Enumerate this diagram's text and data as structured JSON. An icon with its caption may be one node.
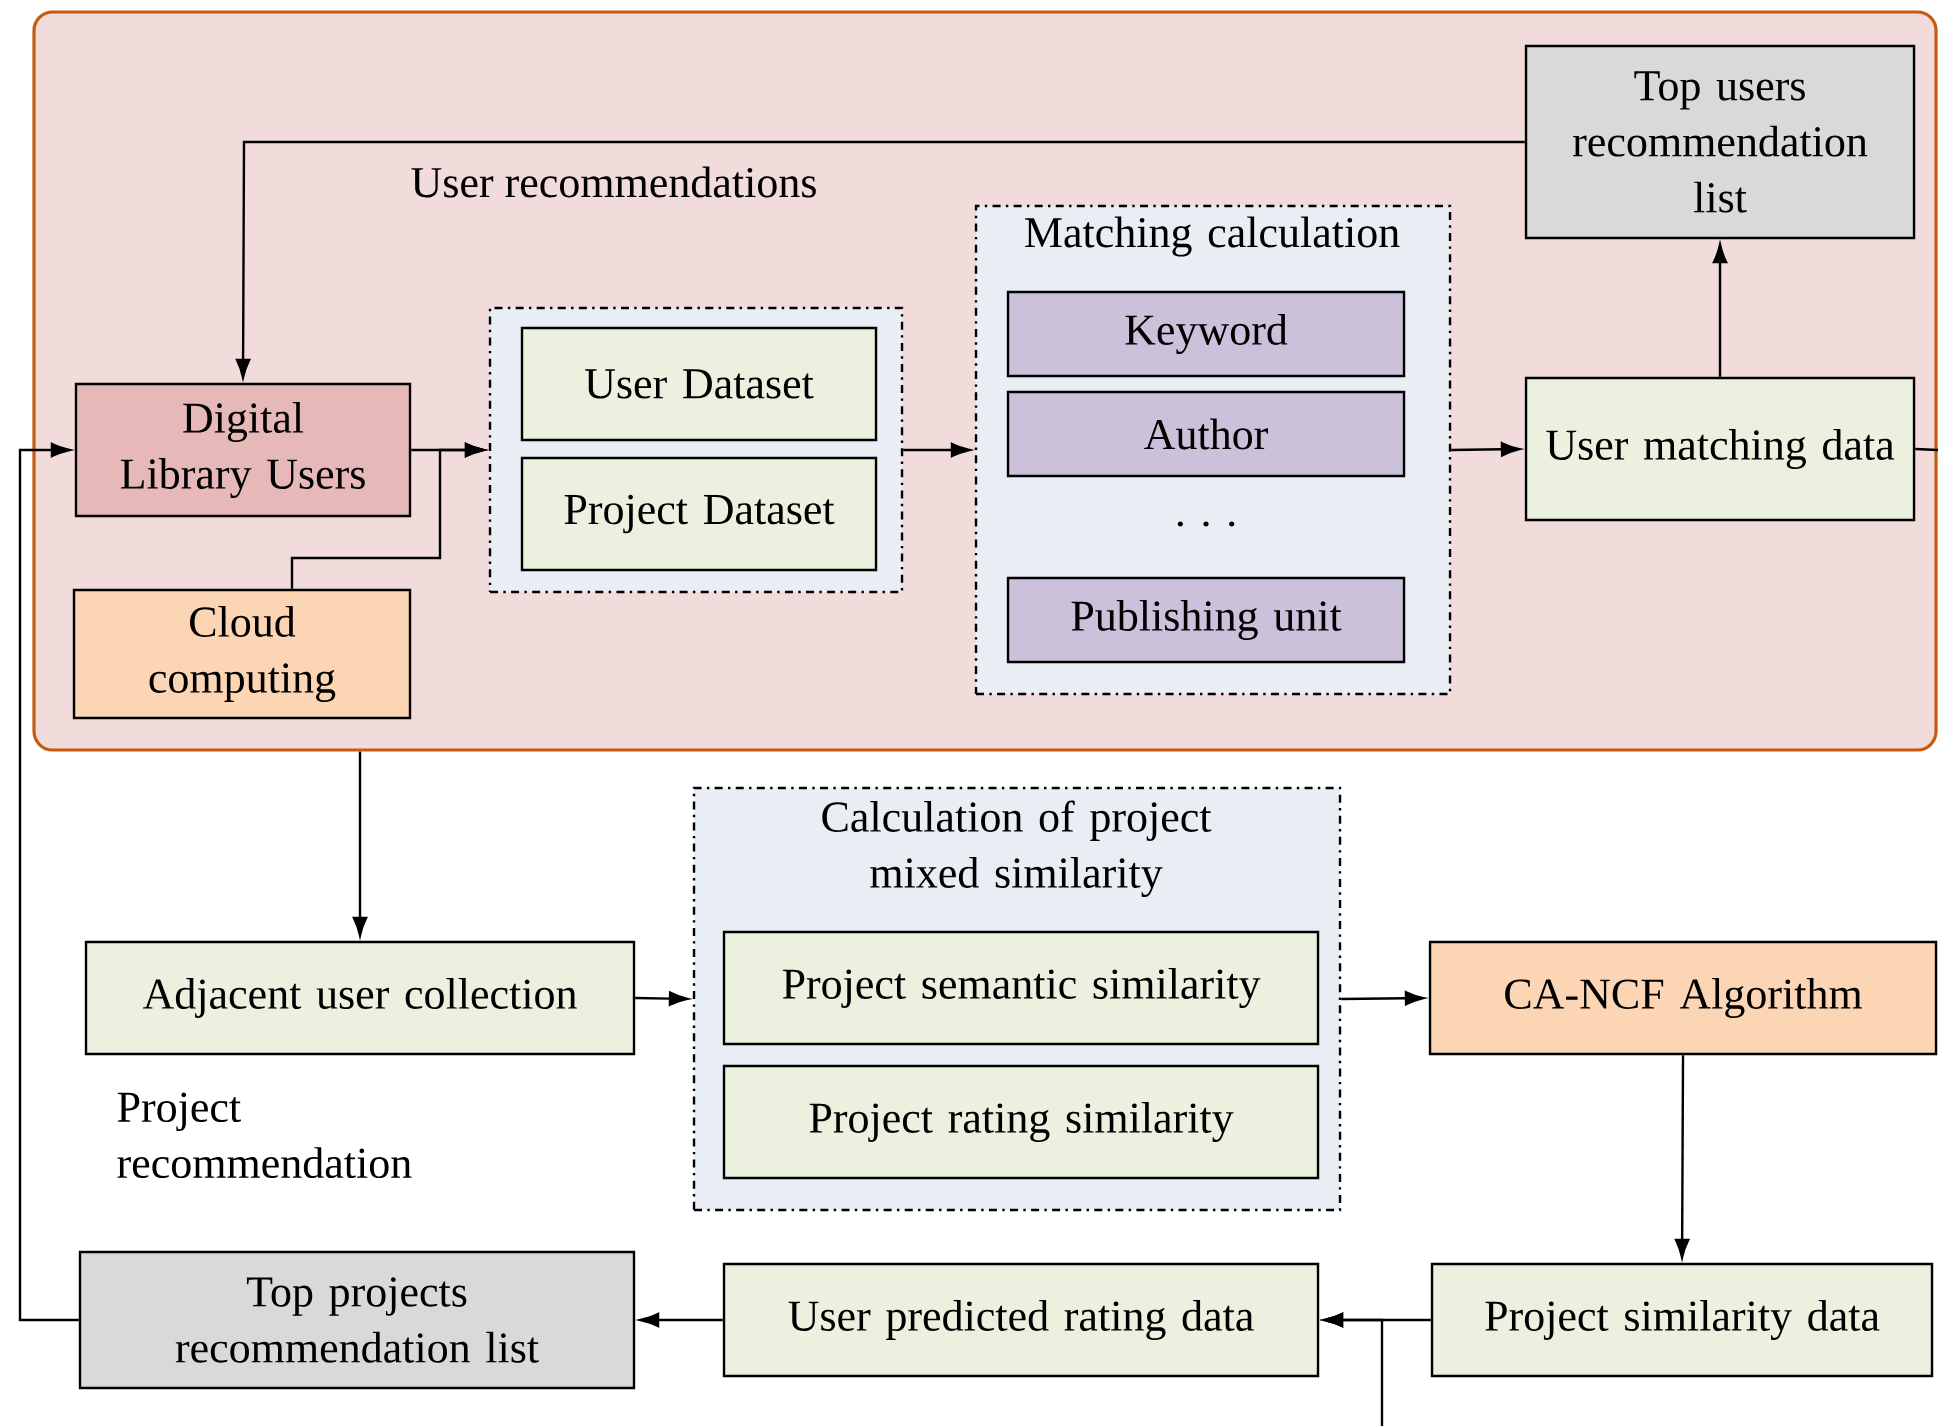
{
  "diagram": {
    "nodes": [
      {
        "text": [],
        "shape": "box"
      },
      {
        "text": [
          "Digital Library Users"
        ],
        "in": 0
      },
      {
        "text": [
          "Cloud computing"
        ],
        "in": 0
      },
      {
        "text": [],
        "shape": "box",
        "in": 0
      },
      {
        "text": [
          "User Dataset"
        ],
        "in": 3
      },
      {
        "text": [
          "Project Dataset"
        ],
        "in": 3
      },
      {
        "text": [
          "Matching calculation"
        ],
        "in": 0
      },
      {
        "text": [
          "Keyword"
        ],
        "in": 6
      },
      {
        "text": [
          "Author"
        ],
        "in": 6
      },
      {
        "text": [
          "Publishing unit"
        ],
        "in": 6
      },
      {
        "text": [
          "User matching data"
        ],
        "in": 0
      },
      {
        "text": [
          "Top users recommendation list"
        ],
        "in": 0
      },
      {
        "text": [
          "Calculation of project mixed similarity"
        ]
      },
      {
        "text": [
          "Project semantic similarity"
        ],
        "in": 12
      },
      {
        "text": [
          "Project rating similarity"
        ],
        "in": 12
      },
      {
        "text": [
          "Adjacent user collection"
        ]
      },
      {
        "text": [
          "CA-NCF Algorithm"
        ]
      },
      {
        "text": [
          "Project similarity data"
        ]
      },
      {
        "text": [
          "User predicted rating data"
        ]
      },
      {
        "text": [
          "Top projects recommendation list"
        ]
      }
    ],
    "edges": [
      {
        "from": 11,
        "to": 1,
        "arrow": "to"
      },
      {
        "from": 1,
        "to": 3,
        "arrow": "to"
      },
      {
        "from": 2,
        "to": 3,
        "arrow": "to"
      },
      {
        "from": 3,
        "to": 6,
        "arrow": "to"
      },
      {
        "from": 6,
        "to": 10,
        "arrow": "to"
      },
      {
        "from": 10,
        "to": 11,
        "arrow": "to"
      },
      {
        "from": 10,
        "to": null,
        "arrow": "none"
      },
      {
        "from": 19,
        "to": 1,
        "arrow": "to"
      },
      {
        "from": 0,
        "to": 15,
        "arrow": "to"
      },
      {
        "from": 15,
        "to": 12,
        "arrow": "to"
      },
      {
        "from": 12,
        "to": 16,
        "arrow": "to"
      },
      {
        "from": 16,
        "to": 17,
        "arrow": "to"
      },
      {
        "from": 17,
        "to": 18,
        "arrow": "to"
      },
      {
        "from": null,
        "to": 18,
        "arrow": "to"
      },
      {
        "from": 18,
        "to": 19,
        "arrow": "to"
      }
    ],
    "labels": [
      "User recommendations",
      ". . .",
      "Project recommendation"
    ]
  }
}
